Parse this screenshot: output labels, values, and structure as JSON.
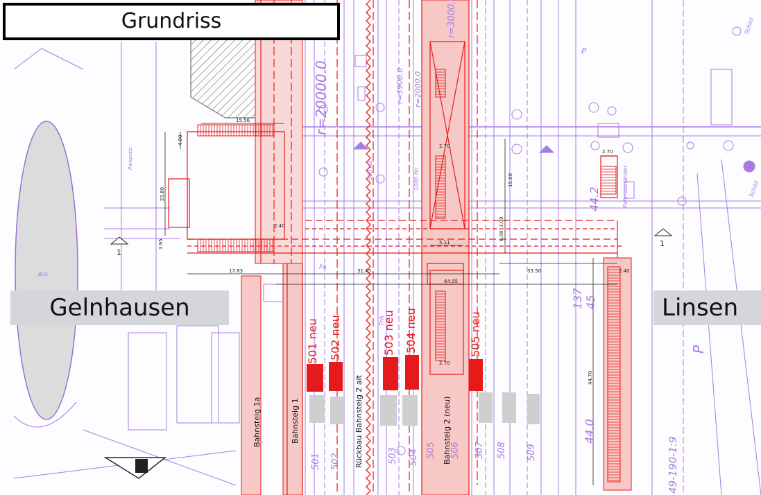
{
  "title": "Grundriss",
  "location_left": "Gelnhausen",
  "location_right": "Linsen",
  "tracks_new": [
    "501 neu",
    "502 neu",
    "503 neu",
    "504 neu",
    "505 neu"
  ],
  "tracks_existing": [
    "501",
    "502",
    "503",
    "504",
    "505",
    "506",
    "507",
    "508",
    "509"
  ],
  "platforms": {
    "p1a": "Bahnsteig 1a",
    "p1": "Bahnsteig 1",
    "p2_old": "Rückbau Bahnsteig 2 alt",
    "p2_new": "Bahnsteig 2 (neu)"
  },
  "radii": [
    "r=20000.0",
    "r=3000.0",
    "r=3900.0",
    "r=2000.0"
  ],
  "track_labels": {
    "km_num": "137",
    "km_den": "45",
    "km_44_2": "44.2",
    "km_44_0": "44.0",
    "track_ref": "49-190-1:9",
    "hz_500": "500 Hz",
    "hz_1000": "1000 Hz",
    "tra": "TrA",
    "fa": "FA",
    "p": "P"
  },
  "section_marker": "1",
  "dimensions": {
    "d_15_56": "15.56",
    "d_4_00": "4.00",
    "d_23_80": "23.80",
    "d_2_40a": "2.40",
    "d_3_95": "3.95",
    "d_2_70a": "2.70",
    "d_2_70b": "2.70",
    "d_2_70c": "2.70",
    "d_15_00": "15.00",
    "d_6_00": "6.00",
    "d_3_00": "3.00",
    "d_17_83": "17.83",
    "d_31_45": "31.45",
    "d_33_50": "33.50",
    "d_64_95": "64.95",
    "d_2_40b": "2.40",
    "d_44_70": "44.70",
    "d_5_11": "5.11"
  },
  "small_notes": {
    "schild_a": "Schild",
    "schild_b": "Schild",
    "fahrrad": "Fahrradständer",
    "parkplatz": "Parkplatz",
    "bus": "BUS"
  },
  "colors": {
    "plan_violet": "#a77be0",
    "new_red": "#e51b1b",
    "platform_fill": "#f7c9c6",
    "label_gray": "#d5d6d9"
  }
}
